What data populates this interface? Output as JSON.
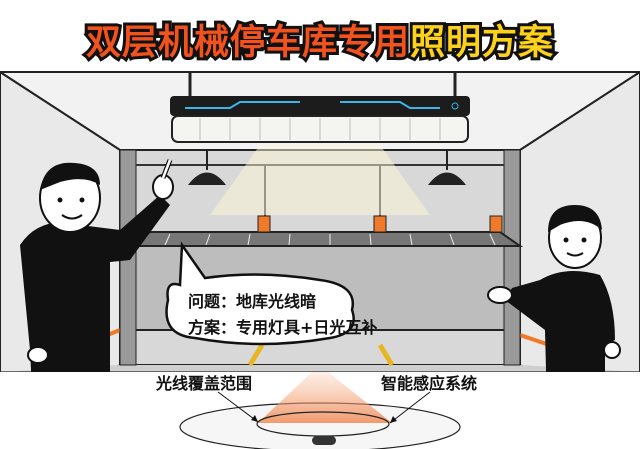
{
  "title": {
    "part1": "双层机械停车库专用",
    "part2": "照明方案"
  },
  "bubble": {
    "line1": "问题：地库光线暗",
    "line2": "方案：专用灯具+日光互补"
  },
  "labels": {
    "left": "光线覆盖范围",
    "right": "智能感应系统"
  },
  "colors": {
    "title_red": "#f2521c",
    "title_yellow": "#ffd21a",
    "accent_orange": "#f07a2a",
    "light_blue": "#38b6e8"
  }
}
